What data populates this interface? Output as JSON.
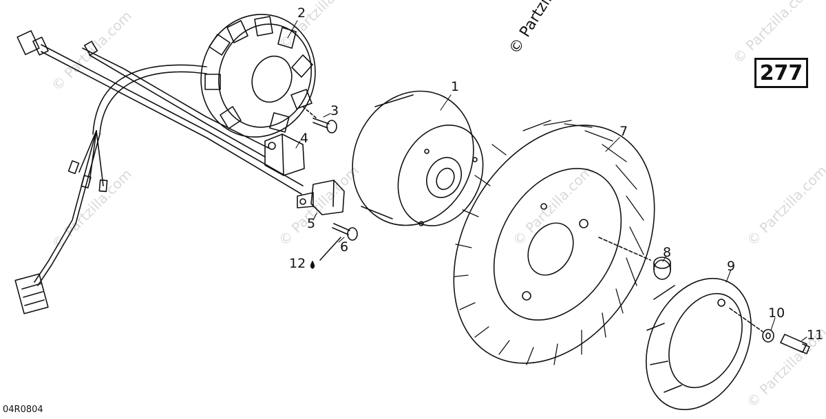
{
  "page_number": "277",
  "diagram_code": "04R0804",
  "copyright": "© Partzilla.com",
  "watermark_text": "© Partzilla.com",
  "callouts": [
    {
      "id": "1",
      "text": "1"
    },
    {
      "id": "2",
      "text": "2"
    },
    {
      "id": "3",
      "text": "3"
    },
    {
      "id": "4",
      "text": "4"
    },
    {
      "id": "5",
      "text": "5"
    },
    {
      "id": "6",
      "text": "6"
    },
    {
      "id": "7",
      "text": "7"
    },
    {
      "id": "8",
      "text": "8"
    },
    {
      "id": "9",
      "text": "9"
    },
    {
      "id": "10",
      "text": "10"
    },
    {
      "id": "11",
      "text": "11"
    },
    {
      "id": "12",
      "text": "12"
    }
  ],
  "colors": {
    "ink": "#111111",
    "watermark": "#d9d9d9"
  }
}
